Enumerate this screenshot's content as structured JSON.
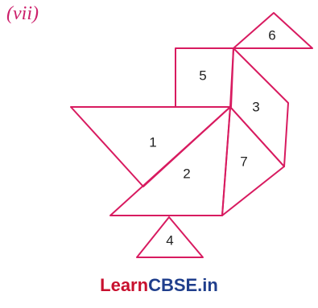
{
  "label": "(vii)",
  "pieces": [
    {
      "number": "1"
    },
    {
      "number": "2"
    },
    {
      "number": "3"
    },
    {
      "number": "4"
    },
    {
      "number": "5"
    },
    {
      "number": "6"
    },
    {
      "number": "7"
    }
  ],
  "brand": {
    "part1": "Learn",
    "part2": "CBSE.in"
  },
  "colors": {
    "outline": "#d81b60",
    "label": "#cc1f6b",
    "brand_red": "#c8102e",
    "brand_blue": "#1f3e8c"
  }
}
